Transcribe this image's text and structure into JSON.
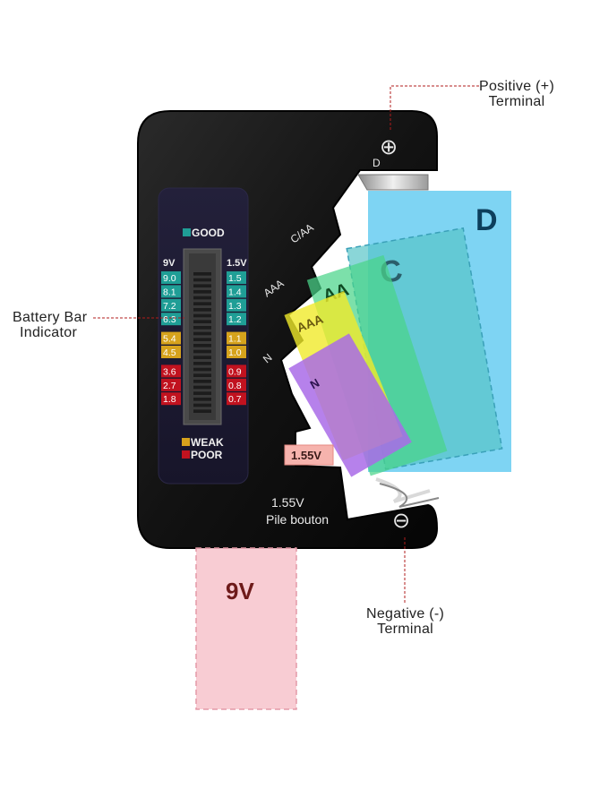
{
  "callouts": {
    "positive": {
      "line1": "Positive (+)",
      "line2": "Terminal"
    },
    "negative": {
      "line1": "Negative (-)",
      "line2": "Terminal"
    },
    "bar_indicator": {
      "line1": "Battery Bar",
      "line2": "Indicator"
    }
  },
  "legend": {
    "good": "GOOD",
    "weak": "WEAK",
    "poor": "POOR"
  },
  "columns": {
    "left_header": "9V",
    "right_header": "1.5V"
  },
  "scale_9v": [
    "9.0",
    "8.1",
    "7.2",
    "6.3",
    "5.4",
    "4.5",
    "3.6",
    "2.7",
    "1.8"
  ],
  "scale_15v": [
    "1.5",
    "1.4",
    "1.3",
    "1.2",
    "1.1",
    "1.0",
    "0.9",
    "0.8",
    "0.7"
  ],
  "scale_status": [
    "good",
    "good",
    "good",
    "good",
    "weak",
    "weak",
    "poor",
    "poor",
    "poor"
  ],
  "slot_labels": {
    "d": "D",
    "c_aa": "C/AA",
    "aaa": "AAA",
    "n": "N"
  },
  "battery_labels": {
    "d": "D",
    "c": "C",
    "aa": "AA",
    "aaa": "AAA",
    "n": "N",
    "button": "1.55V",
    "nine_volt": "9V"
  },
  "bottom_text": {
    "voltage": "1.55V",
    "name": "Pile bouton"
  },
  "terminals": {
    "positive_symbol": "⊕",
    "negative_symbol": "⊖"
  },
  "colors": {
    "body": "#111111",
    "panel": "#1c1a30",
    "good": "#1f9e96",
    "weak": "#d6a21c",
    "poor": "#c1121f",
    "battery_d": "#5ac8f0",
    "battery_c": "#58c4c8",
    "battery_aa": "#49d489",
    "battery_aaa": "#f0ea2a",
    "battery_n": "#a96be8",
    "battery_button": "#f6b3ad",
    "battery_9v": "#f7c6ce"
  }
}
